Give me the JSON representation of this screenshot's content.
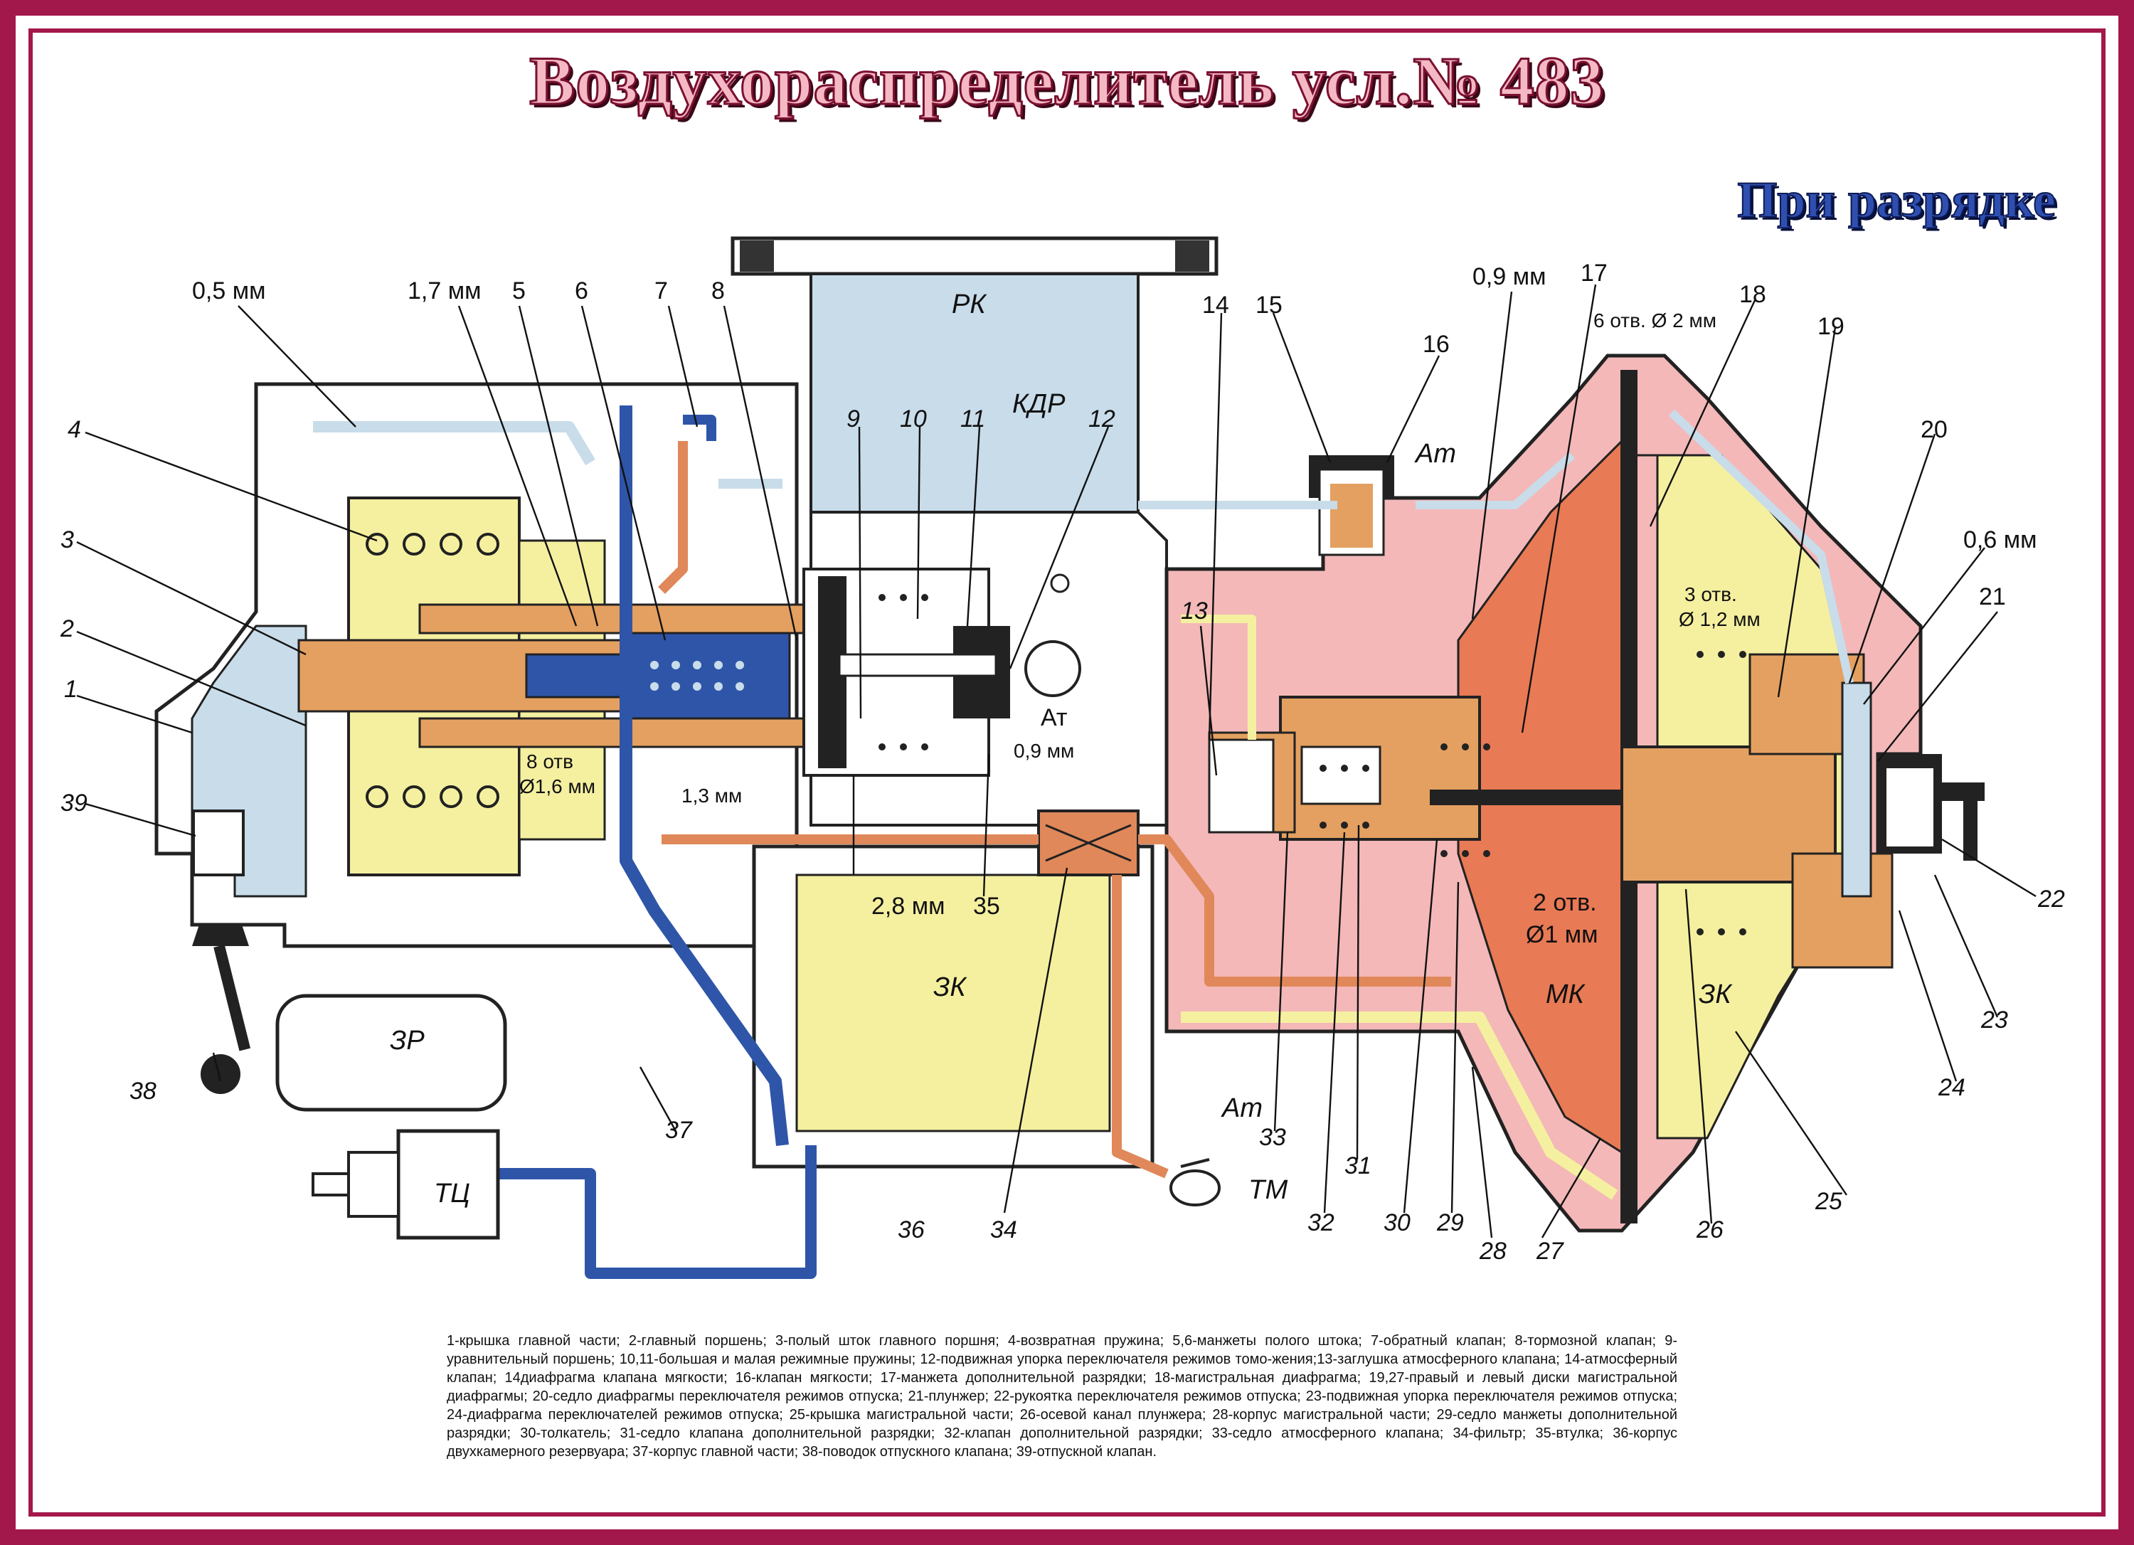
{
  "header": {
    "title": "Воздухораспределитель усл.№ 483",
    "subtitle": "При разрядке"
  },
  "colors": {
    "frame": "#a3184a",
    "blue_channel": "#2e55a8",
    "orange_channel": "#e0885a",
    "yellow_chamber": "#f5f0a0",
    "light_blue_chamber": "#c8dcea",
    "pink_body": "#f4b8b8",
    "salmon_chamber": "#e87a55",
    "tan_part": "#e4a060"
  },
  "callouts": {
    "n1": "1",
    "n2": "2",
    "n3": "3",
    "n4": "4",
    "n5": "5",
    "n6": "6",
    "n7": "7",
    "n8": "8",
    "n9": "9",
    "n10": "10",
    "n11": "11",
    "n12": "12",
    "n13": "13",
    "n14": "14",
    "n15": "15",
    "n16": "16",
    "n17": "17",
    "n18": "18",
    "n19": "19",
    "n20": "20",
    "n21": "21",
    "n22": "22",
    "n23": "23",
    "n24": "24",
    "n25": "25",
    "n26": "26",
    "n27": "27",
    "n28": "28",
    "n29": "29",
    "n30": "30",
    "n31": "31",
    "n32": "32",
    "n33": "33",
    "n34": "34",
    "n35": "35",
    "n36": "36",
    "n37": "37",
    "n38": "38",
    "n39": "39"
  },
  "dimensions": {
    "d05": "0,5 мм",
    "d17": "1,7 мм",
    "d09": "0,9 мм",
    "holes6": "6 отв. Ø 2 мм",
    "d06": "0,6 мм",
    "holes3_a": "3 отв.",
    "holes3_b": "Ø 1,2 мм",
    "holes8_a": "8 отв",
    "holes8_b": "Ø1,6 мм",
    "d13": "1,3 мм",
    "d28": "2,8 мм",
    "at_a": "Ат",
    "d09b": "0,9 мм",
    "holes2_a": "2 отв.",
    "holes2_b": "Ø1 мм"
  },
  "zones": {
    "rk": "РК",
    "kdr": "КДР",
    "at_top": "Ат",
    "zk_main": "ЗК",
    "zk_right": "ЗК",
    "mk": "МК",
    "zr": "ЗР",
    "tc": "ТЦ",
    "tm": "ТМ",
    "at_bottom": "Ат"
  },
  "legend": {
    "text": "1-крышка главной части; 2-главный поршень; 3-полый шток главного поршня; 4-возвратная пружина; 5,6-манжеты полого штока; 7-обратный клапан; 8-тормозной клапан; 9-уравнительный поршень; 10,11-большая и малая режимные пружины; 12-подвижная упорка переключателя режимов томо-жения;13-заглушка атмосферного клапана; 14-атмосферный клапан; 14диафрагма клапана мягкости; 16-клапан мягкости; 17-манжета дополнительной разрядки; 18-магистральная диафрагма; 19,27-правый и левый диски магистральной диафрагмы; 20-седло диафрагмы переключателя режимов отпуска; 21-плунжер; 22-рукоятка переключателя режимов отпуска; 23-подвижная упорка переключателя режимов отпуска; 24-диафрагма переключателей режимов отпуска; 25-крышка магистральной части; 26-осевой канал плунжера; 28-корпус магистральной части; 29-седло манжеты дополнительной разрядки; 30-толкатель; 31-седло клапана дополнительной разрядки; 32-клапан дополнительной разрядки; 33-седло атмосферного клапана; 34-фильтр; 35-втулка; 36-корпус двухкамерного резервуара; 37-корпус главной части; 38-поводок отпускного клапана; 39-отпускной клапан."
  }
}
